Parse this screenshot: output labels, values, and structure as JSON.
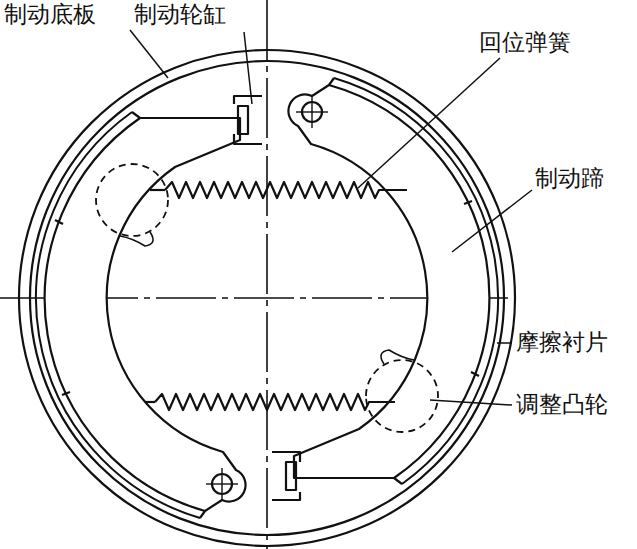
{
  "diagram": {
    "labels": [
      "制动底板",
      "制动轮缸",
      "回位弹簧",
      "制动蹄",
      "摩擦衬片",
      "调整凸轮"
    ]
  }
}
